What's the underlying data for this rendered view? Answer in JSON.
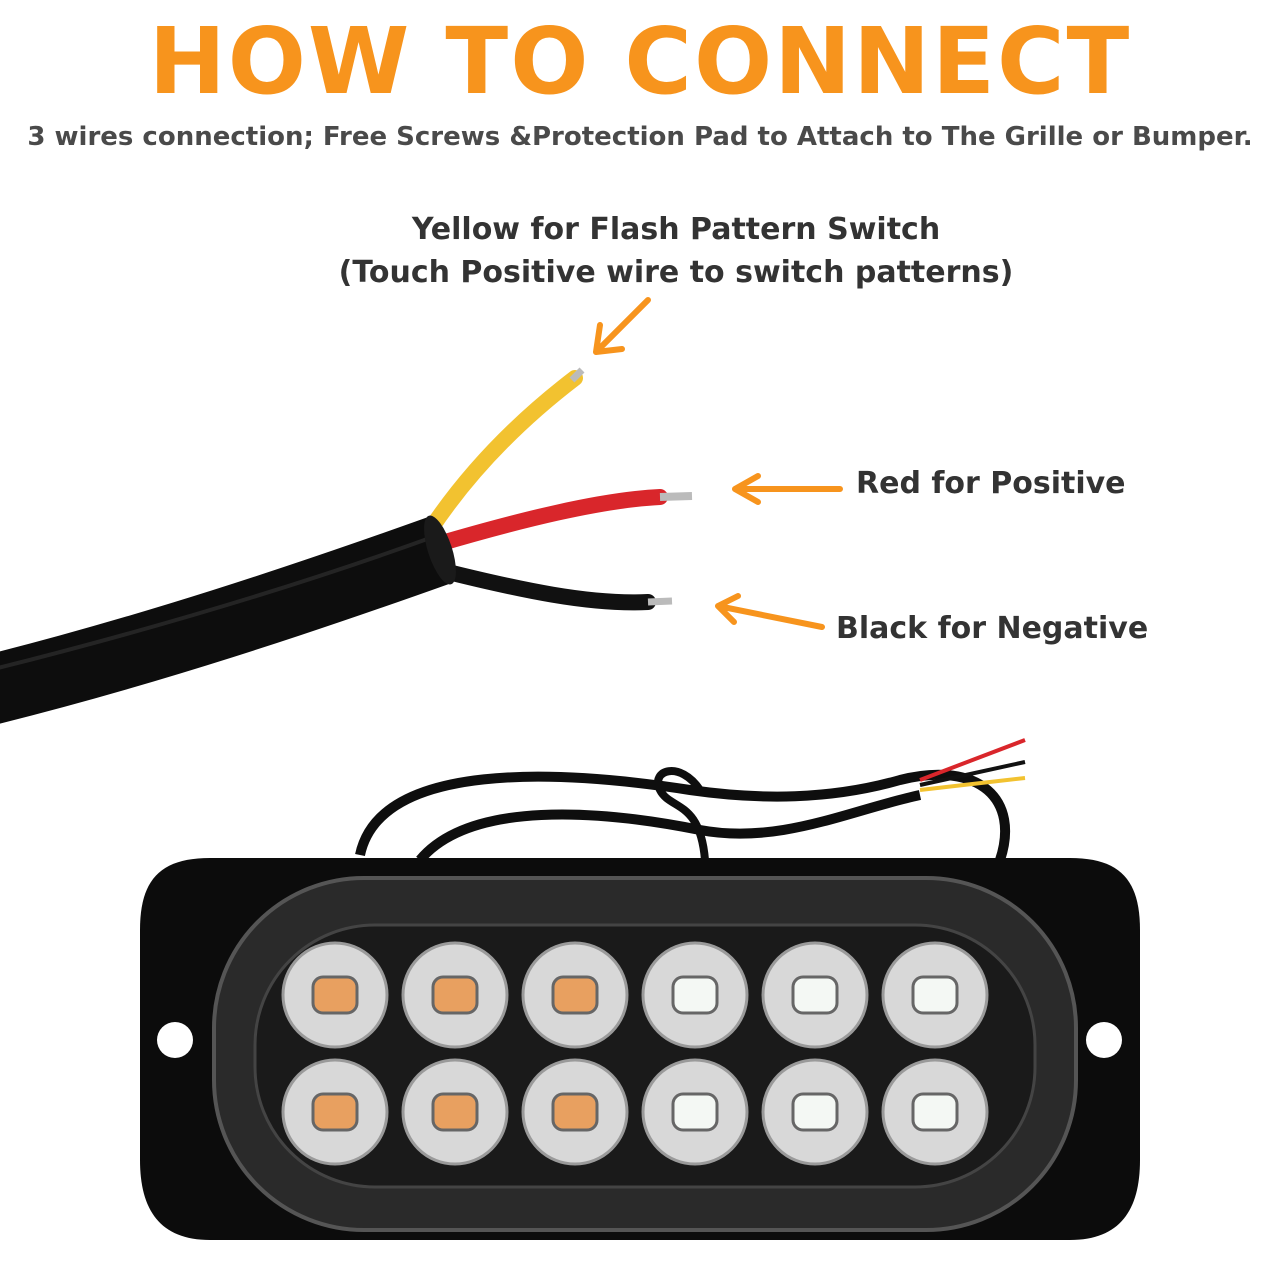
{
  "header": {
    "title": "HOW TO CONNECT",
    "subtitle": "3 wires connection; Free Screws &Protection Pad to Attach to The Grille or Bumper."
  },
  "wires": {
    "yellow": {
      "line1": "Yellow for Flash Pattern Switch",
      "line2": "(Touch Positive wire to switch patterns)",
      "color": "#f2c230"
    },
    "red": {
      "label": "Red for Positive",
      "color": "#d9262b"
    },
    "black": {
      "label": "Black for Negative",
      "color": "#111111"
    }
  },
  "colors": {
    "accent": "#f7941d",
    "text": "#333333"
  }
}
